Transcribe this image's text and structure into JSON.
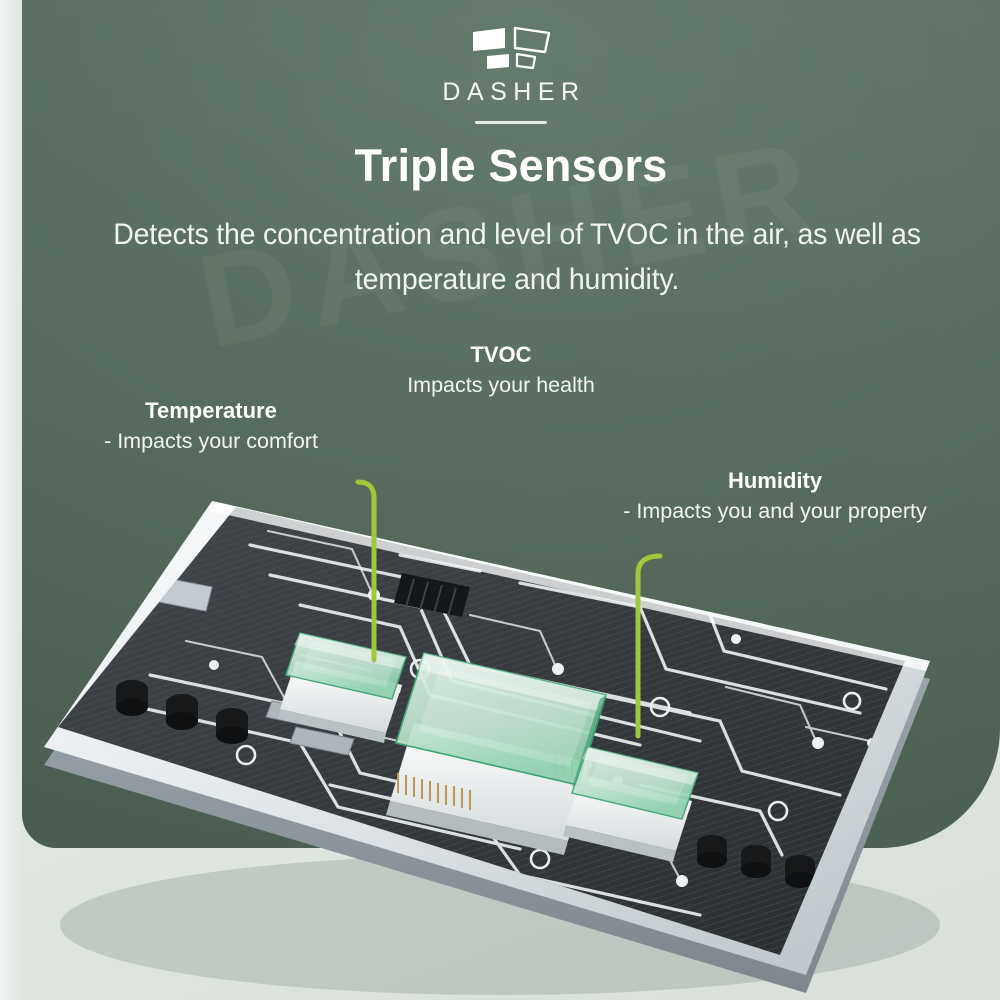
{
  "brand": {
    "name": "DASHER",
    "logo_icon": "dasher-chevron-panels-mark",
    "watermark_text": "DASHER"
  },
  "hero": {
    "headline": "Triple Sensors",
    "subhead": "Detects the concentration and level of TVOC in the air, as well as temperature and humidity."
  },
  "callouts": [
    {
      "key": "temperature",
      "title": "Temperature",
      "description": "- Impacts your comfort"
    },
    {
      "key": "tvoc",
      "title": "TVOC",
      "description": "Impacts your health"
    },
    {
      "key": "humidity",
      "title": "Humidity",
      "description": "- Impacts you and your property"
    }
  ],
  "product": {
    "alt": "circuit board with three translucent green sensor chips",
    "sensors": [
      {
        "key": "temperature-sensor",
        "label": "Temperature sensor chip"
      },
      {
        "key": "tvoc-sensor",
        "label": "TVOC sensor chip"
      },
      {
        "key": "humidity-sensor",
        "label": "Humidity sensor chip"
      }
    ]
  },
  "colors": {
    "card_green": "#5a6f62",
    "page_mint": "#dde4dd",
    "leader_line": "#9fc93c",
    "sensor_green": "#bfe3d1",
    "pcb_dark": "#33383c",
    "pcb_frame": "#d9dee1",
    "text_white": "#ffffff"
  }
}
